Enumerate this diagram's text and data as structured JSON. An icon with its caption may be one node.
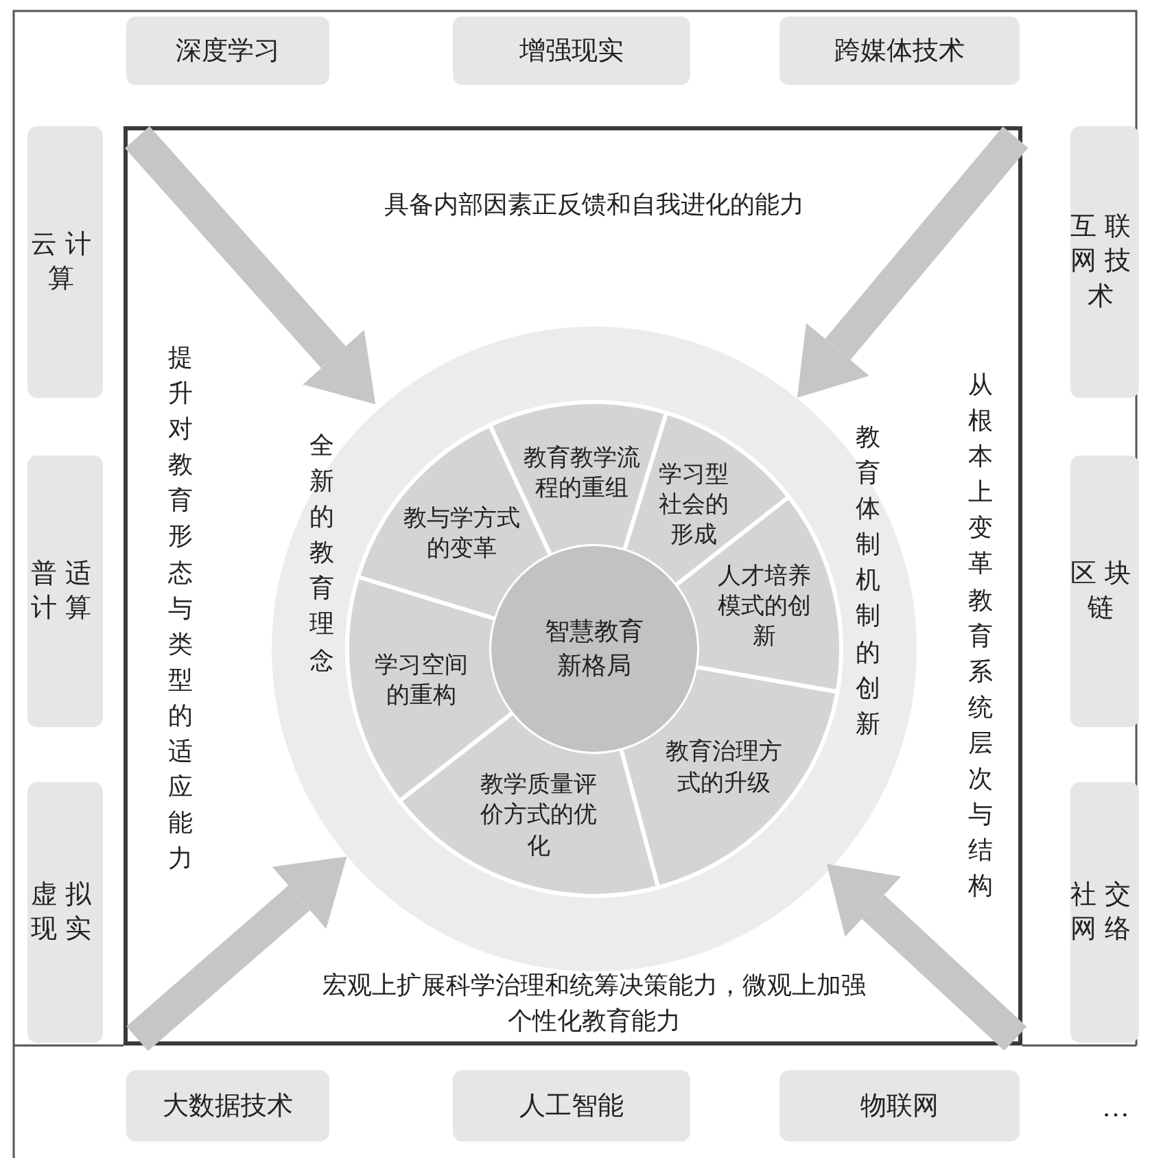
{
  "diagram": {
    "nodes": [
      {
        "text": [
          "深度学习"
        ]
      },
      {
        "text": [
          "增强现实"
        ]
      },
      {
        "text": [
          "跨媒体技术"
        ]
      },
      {
        "text": [
          "云计算"
        ]
      },
      {
        "text": [
          "普适计算"
        ]
      },
      {
        "text": [
          "虚拟现实"
        ]
      },
      {
        "text": [
          "互联网技术"
        ]
      },
      {
        "text": [
          "区块链"
        ]
      },
      {
        "text": [
          "社交网络"
        ]
      },
      {
        "text": [
          "大数据技术"
        ]
      },
      {
        "text": [
          "人工智能"
        ]
      },
      {
        "text": [
          "物联网"
        ]
      },
      {
        "text": [
          "具备内部因素正反馈和自我进化的能力",
          "提升对教育形态与类型的适应能力",
          "从根本上变革教育系统层次与结构",
          "宏观上扩展科学治理和统筹决策能力，微观上加强个性化教育能力"
        ]
      },
      {
        "text": [
          "全新的教育理念",
          "教育体制机制的创新"
        ],
        "in": 12
      },
      {
        "text": [
          "教育教学流程的重组"
        ],
        "in": 13
      },
      {
        "text": [
          "学习型社会的形成"
        ],
        "in": 13
      },
      {
        "text": [
          "人才培养模式的创新"
        ],
        "in": 13
      },
      {
        "text": [
          "教育治理方式的升级"
        ],
        "in": 13
      },
      {
        "text": [
          "教学质量评价方式的优化"
        ],
        "in": 13
      },
      {
        "text": [
          "学习空间的重构"
        ],
        "in": 13
      },
      {
        "text": [
          "教与学方式的变革"
        ],
        "in": 13
      },
      {
        "text": [
          "智慧教育新格局"
        ],
        "in": 13
      }
    ],
    "edges": [
      {
        "from": null,
        "to": 13,
        "arrow": "to"
      },
      {
        "from": null,
        "to": 13,
        "arrow": "to"
      },
      {
        "from": null,
        "to": 13,
        "arrow": "to"
      },
      {
        "from": null,
        "to": 13,
        "arrow": "to"
      }
    ],
    "labels": [
      "…"
    ]
  }
}
